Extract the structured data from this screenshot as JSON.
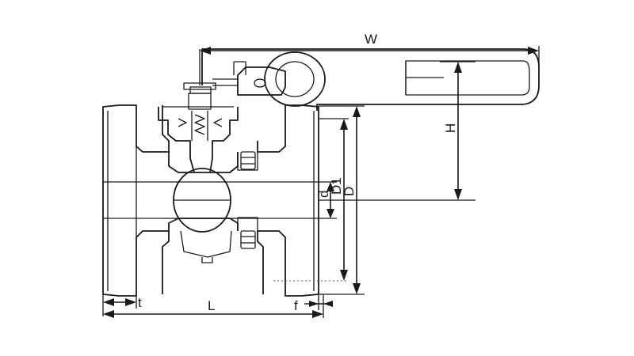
{
  "diagram": {
    "labels": {
      "W": "W",
      "H": "H",
      "L": "L",
      "t": "t",
      "f": "f",
      "d": "d",
      "D1": "D1",
      "D": "D"
    },
    "colors": {
      "line": "#1a1a1a",
      "background": "#ffffff"
    }
  }
}
